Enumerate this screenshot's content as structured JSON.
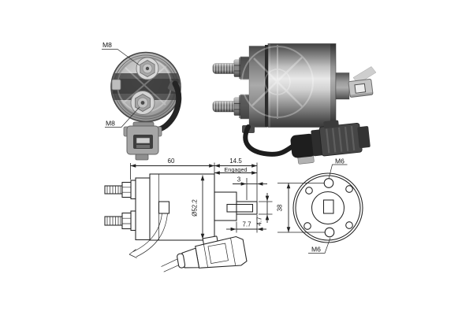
{
  "canvas": {
    "background": "#ffffff",
    "line_color": "#222222",
    "text_color": "#1a1a1a",
    "metal_light": "#e8e8e8",
    "metal_mid": "#9e9e9e",
    "metal_dark": "#3f3f3f",
    "cable_color": "#1d1d1d"
  },
  "rear_view": {
    "terminal_label_top": "M8",
    "terminal_label_bottom": "M8"
  },
  "side_drawing": {
    "body_length": "60",
    "plunger_extension": "14.5",
    "engaged": "Engaged",
    "travel": "3",
    "body_diameter": "Ø52.2",
    "tab_length": "7.7",
    "tab_width": "4.7"
  },
  "flange_view": {
    "hole_spacing": "38",
    "thread_top": "M6",
    "thread_bottom": "M6"
  }
}
